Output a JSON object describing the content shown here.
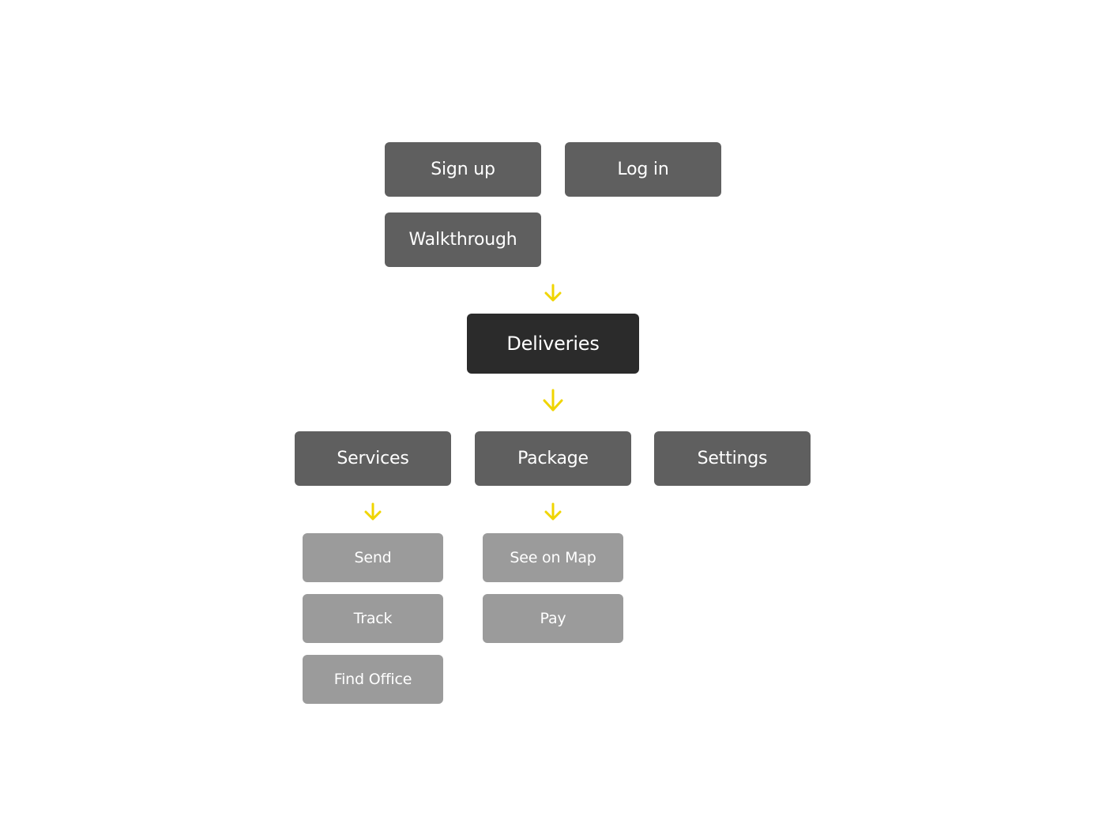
{
  "colors": {
    "node_dark": "#2b2b2b",
    "node_mid": "#5f5f5f",
    "node_light": "#9b9b9b",
    "arrow": "#f0d500",
    "text": "#ffffff",
    "background": "#ffffff"
  },
  "icons": {
    "arrow": "arrow-down-icon"
  },
  "entry": {
    "sign_up": "Sign up",
    "log_in": "Log in",
    "walkthrough": "Walkthrough"
  },
  "main": {
    "deliveries": "Deliveries"
  },
  "sections": {
    "services": "Services",
    "package": "Package",
    "settings": "Settings"
  },
  "services_items": [
    "Send",
    "Track",
    "Find Office"
  ],
  "package_items": [
    "See on Map",
    "Pay"
  ]
}
